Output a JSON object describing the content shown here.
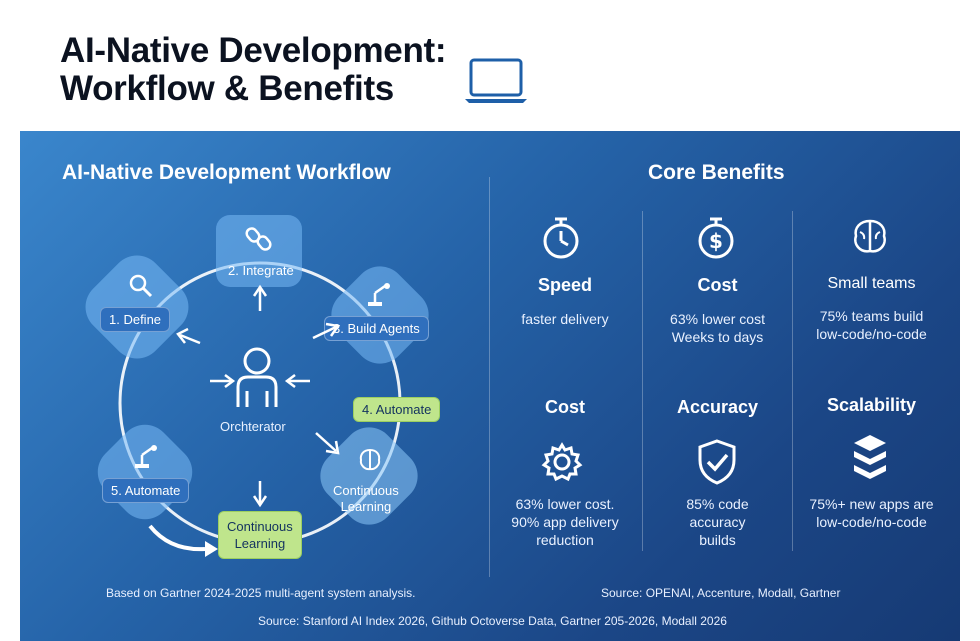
{
  "title": {
    "line1": "AI-Native Development:",
    "line2": "Workflow & Benefits"
  },
  "icons": {
    "header": "laptop-icon"
  },
  "colors": {
    "panel_top": "#3a86cc",
    "panel_bottom": "#163a74",
    "green_pill": "#bfe58c",
    "node_fill": "#78b9f5"
  },
  "workflow": {
    "heading": "AI-Native Development Workflow",
    "center_label": "Orchterator",
    "steps": {
      "integrate": "2. Integrate",
      "define": "1. Define",
      "build_agents": "3. Build Agents",
      "automate_right": "4. Automate",
      "automate_left": "5. Automate",
      "continuous_learning_right": "Continuous\nLearning",
      "continuous_learning_bottom": "Continuous\nLearning"
    },
    "footnote": "Based on Gartner 2024-2025 multi-agent system analysis."
  },
  "benefits": {
    "heading": "Core Benefits",
    "items": [
      {
        "title": "Speed",
        "desc": "faster delivery",
        "icon": "stopwatch-icon"
      },
      {
        "title": "Cost",
        "desc": "63% lower cost\nWeeks to days",
        "icon": "dollar-stopwatch-icon"
      },
      {
        "title": "Small teams",
        "desc": "75% teams build\nlow-code/no-code",
        "icon": "brain-icon"
      },
      {
        "title": "Cost",
        "desc": "63% lower cost.\n90% app delivery\nreduction",
        "icon": "gear-icon"
      },
      {
        "title": "Accuracy",
        "desc": "85% code\naccuracy\nbuilds",
        "icon": "shield-check-icon"
      },
      {
        "title": "Scalability",
        "desc": "75%+ new apps are\nlow-code/no-code",
        "icon": "layers-icon"
      }
    ],
    "footnote": "Source: OPENAI, Accenture, Modall, Gartner"
  },
  "footer": {
    "source": "Source: Stanford AI Index 2026, Github Octoverse Data, Gartner 205-2026, Modall 2026"
  }
}
